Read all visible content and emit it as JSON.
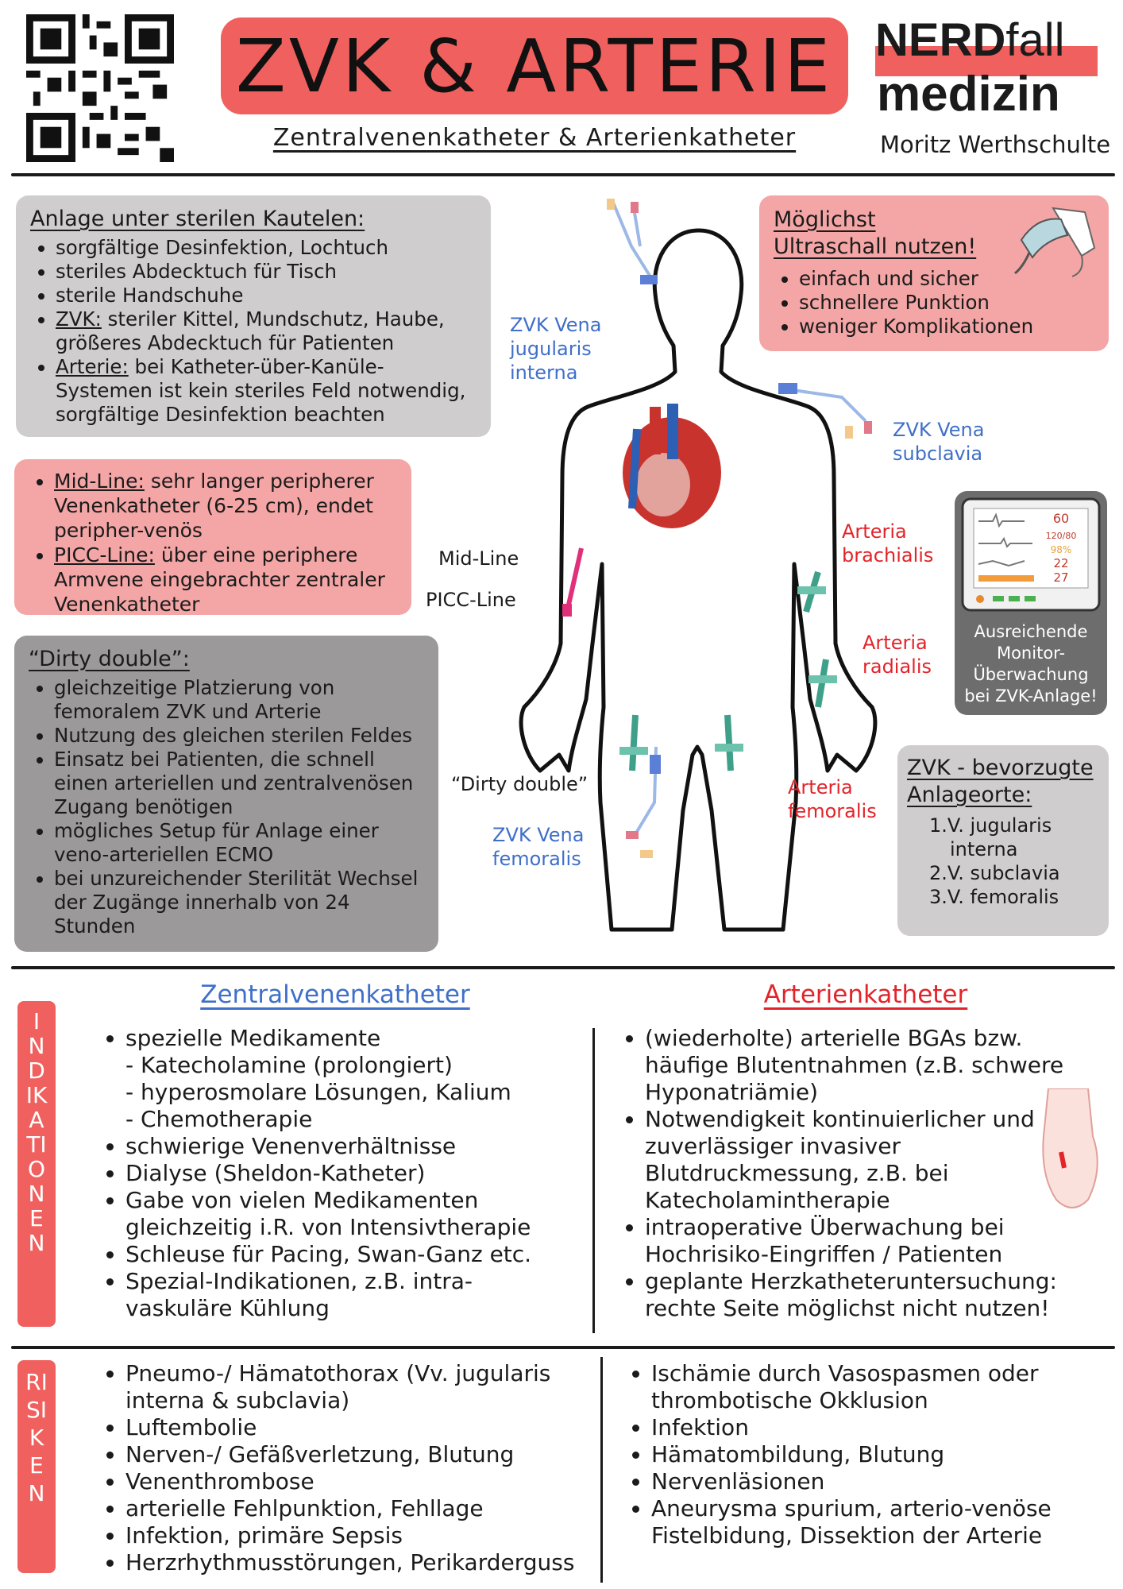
{
  "header": {
    "title": "ZVK & ARTERIE",
    "subtitle": "Zentralvenenkatheter & Arterienkatheter",
    "logo_part1": "NERD",
    "logo_part2": "fall",
    "logo_part3": "medizin",
    "author": "Moritz Werthschulte"
  },
  "sterile": {
    "heading": "Anlage unter sterilen Kautelen:",
    "items": [
      {
        "prefix": "",
        "text": "sorgfältige Desinfektion, Lochtuch"
      },
      {
        "prefix": "",
        "text": "steriles Abdecktuch für Tisch"
      },
      {
        "prefix": "",
        "text": "sterile Handschuhe"
      },
      {
        "prefix": "ZVK:",
        "text": " steriler Kittel, Mundschutz, Haube, größeres Abdecktuch für Patienten"
      },
      {
        "prefix": "Arterie:",
        "text": " bei Katheter-über-Kanüle-Systemen ist kein steriles Feld notwendig, sorgfältige Desinfektion beachten"
      }
    ]
  },
  "midline": {
    "items": [
      {
        "prefix": "Mid-Line:",
        "text": " sehr langer peripherer Venenkatheter (6-25 cm), endet peripher-venös"
      },
      {
        "prefix": "PICC-Line:",
        "text": " über eine periphere Armvene eingebrachter zentraler Venenkatheter"
      }
    ]
  },
  "dirty": {
    "heading": "“Dirty double”:",
    "items": [
      "gleichzeitige Platzierung von femoralem ZVK und Arterie",
      "Nutzung des gleichen sterilen Feldes",
      "Einsatz bei Patienten, die schnell einen arteriellen und zentralvenösen Zugang benötigen",
      "mögliches Setup für Anlage einer veno-arteriellen ECMO",
      "bei unzureichender Sterilität Wechsel der Zugänge innerhalb von 24 Stunden"
    ]
  },
  "ultrasound": {
    "heading_line1": "Möglichst",
    "heading_line2": "Ultraschall nutzen!",
    "items": [
      "einfach und sicher",
      "schnellere Punktion",
      "weniger Komplikationen"
    ]
  },
  "monitor": {
    "values": [
      "60",
      "120/80",
      "98%",
      "22",
      "27"
    ],
    "caption": "Ausreichende Monitor-Überwachung bei ZVK-Anlage!"
  },
  "preferred": {
    "heading_line1": "ZVK - bevorzugte",
    "heading_line2": "Anlageorte:",
    "items": [
      "1.V. jugularis interna",
      "2.V. subclavia",
      "3.V. femoralis"
    ]
  },
  "body_labels": {
    "zvk_jugularis": "ZVK Vena jugularis interna",
    "zvk_subclavia": "ZVK Vena subclavia",
    "arteria_brachialis": "Arteria brachialis",
    "arteria_radialis": "Arteria radialis",
    "mid_line": "Mid-Line",
    "picc_line": "PICC-Line",
    "dirty_double": "“Dirty double”",
    "zvk_femoralis": "ZVK Vena femoralis",
    "arteria_femoralis": "Arteria femoralis"
  },
  "columns": {
    "left_title": "Zentralvenenkatheter",
    "right_title": "Arterienkatheter"
  },
  "indikationen": {
    "tab_label": "INDIKATIONEN",
    "zvk": [
      "spezielle Medikamente",
      "- Katecholamine (prolongiert)",
      "- hyperosmolare Lösungen, Kalium",
      "- Chemotherapie",
      "schwierige Venenverhältnisse",
      "Dialyse (Sheldon-Katheter)",
      "Gabe von vielen Medikamenten gleichzeitig i.R. von Intensivtherapie",
      "Schleuse für Pacing, Swan-Ganz etc.",
      "Spezial-Indikationen, z.B. intra-vaskuläre Kühlung"
    ],
    "arterie": [
      "(wiederholte) arterielle BGAs bzw. häufige Blutentnahmen (z.B. schwere Hyponatriämie)",
      "Notwendigkeit kontinuierlicher und zuverlässiger invasiver Blutdruckmessung, z.B. bei Katecholamintherapie",
      "intraoperative Überwachung bei Hochrisiko-Eingriffen / Patienten",
      "geplante Herzkatheteruntersuchung: rechte Seite möglichst nicht nutzen!"
    ]
  },
  "risiken": {
    "tab_label": "RISIKEN",
    "zvk": [
      "Pneumo-/ Hämatothorax (Vv. jugularis interna & subclavia)",
      "Luftembolie",
      "Nerven-/ Gefäßverletzung, Blutung",
      "Venenthrombose",
      "arterielle Fehlpunktion, Fehllage",
      "Infektion, primäre Sepsis",
      "Herzrhythmusstörungen, Perikarderguss"
    ],
    "arterie": [
      "Ischämie durch Vasospasmen oder thrombotische Okklusion",
      "Infektion",
      "Hämatombildung, Blutung",
      "Nervenläsionen",
      "Aneurysma spurium, arterio-venöse Fistelbidung, Dissektion der Arterie"
    ]
  },
  "colors": {
    "accent_red": "#f0605e",
    "pink": "#f4a5a5",
    "grey": "#cfcdcd",
    "dark_grey": "#9b9999",
    "blue": "#3f6fc9"
  }
}
